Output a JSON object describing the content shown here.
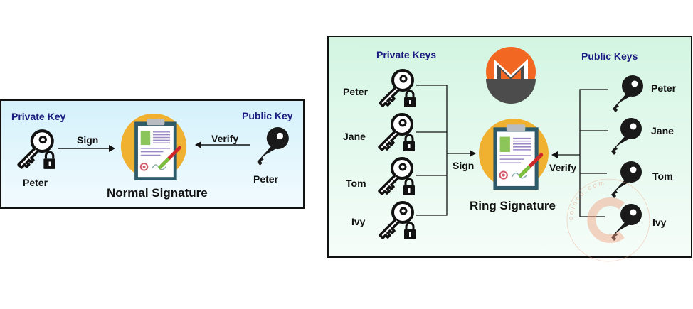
{
  "normal": {
    "private_heading": "Private Key",
    "public_heading": "Public Key",
    "signer": "Peter",
    "verifier": "Peter",
    "sign_label": "Sign",
    "verify_label": "Verify",
    "title": "Normal Signature"
  },
  "ring": {
    "private_heading": "Private Keys",
    "public_heading": "Public Keys",
    "private_names": [
      "Peter",
      "Jane",
      "Tom",
      "Ivy"
    ],
    "public_names": [
      "Peter",
      "Jane",
      "Tom",
      "Ivy"
    ],
    "sign_label": "Sign",
    "verify_label": "Verify",
    "title": "Ring Signature",
    "logo": "monero-logo"
  },
  "watermark": "coincu.com",
  "colors": {
    "heading": "#1a1a80",
    "monero_orange": "#f26822",
    "monero_gray": "#4c4c4c",
    "circle": "#f0b030"
  }
}
